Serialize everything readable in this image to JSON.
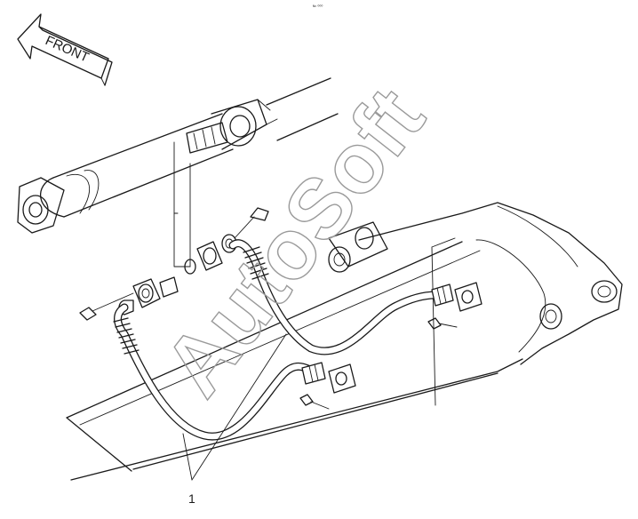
{
  "header": {
    "tiny_text": "ᴺᵒ ⁰⁰⁰"
  },
  "front_arrow": {
    "label": "FRONT"
  },
  "callouts": [
    {
      "number": "1"
    }
  ],
  "watermark": {
    "text": "AutoSoft"
  },
  "colors": {
    "ink": "#1a1a1a",
    "watermark": "#9a9a9a",
    "background": "#ffffff"
  }
}
